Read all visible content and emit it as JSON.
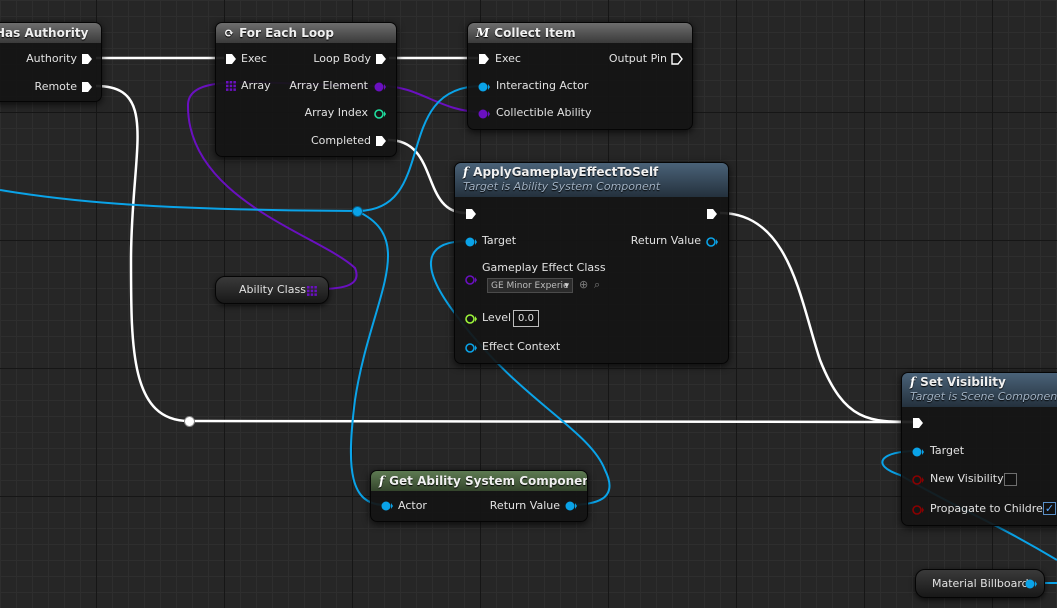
{
  "colors": {
    "exec": "#ffffff",
    "object": "#0aa3e8",
    "class": "#6a10c0",
    "int": "#1fe0a0",
    "float": "#9cf53a",
    "bool": "#8a0000"
  },
  "nodes": {
    "has_authority": {
      "title": "Has Authority",
      "pins": {
        "authority": "Authority",
        "remote": "Remote"
      }
    },
    "for_each_loop": {
      "title": "For Each Loop",
      "icon": "loop-icon",
      "pins": {
        "exec": "Exec",
        "array": "Array",
        "loop_body": "Loop Body",
        "array_element": "Array Element",
        "array_index": "Array Index",
        "completed": "Completed"
      }
    },
    "collect_item": {
      "title": "Collect Item",
      "icon": "macro-icon",
      "icon_glyph": "M",
      "pins": {
        "exec": "Exec",
        "output_pin": "Output Pin",
        "interacting_actor": "Interacting Actor",
        "collectible_ability": "Collectible Ability"
      }
    },
    "apply_ge": {
      "title": "ApplyGameplayEffectToSelf",
      "subtitle": "Target is Ability System Component",
      "icon": "function-icon",
      "icon_glyph": "f",
      "pins": {
        "target": "Target",
        "return_value": "Return Value",
        "gameplay_effect_class": "Gameplay Effect Class",
        "level": "Level",
        "effect_context": "Effect Context"
      },
      "gameplay_effect_class_value": "GE Minor Experie",
      "level_value": "0.0"
    },
    "get_asc": {
      "title": "Get Ability System Component",
      "icon": "function-icon",
      "icon_glyph": "f",
      "pins": {
        "actor": "Actor",
        "return_value": "Return Value"
      }
    },
    "set_visibility": {
      "title": "Set Visibility",
      "subtitle": "Target is Scene Component",
      "icon": "function-icon",
      "icon_glyph": "f",
      "pins": {
        "target": "Target",
        "new_visibility": "New Visibility",
        "propagate": "Propagate to Children"
      },
      "new_visibility_checked": false,
      "propagate_checked": true
    },
    "ability_class": {
      "label": "Ability Class"
    },
    "material_billboard": {
      "label": "Material Billboard"
    }
  }
}
